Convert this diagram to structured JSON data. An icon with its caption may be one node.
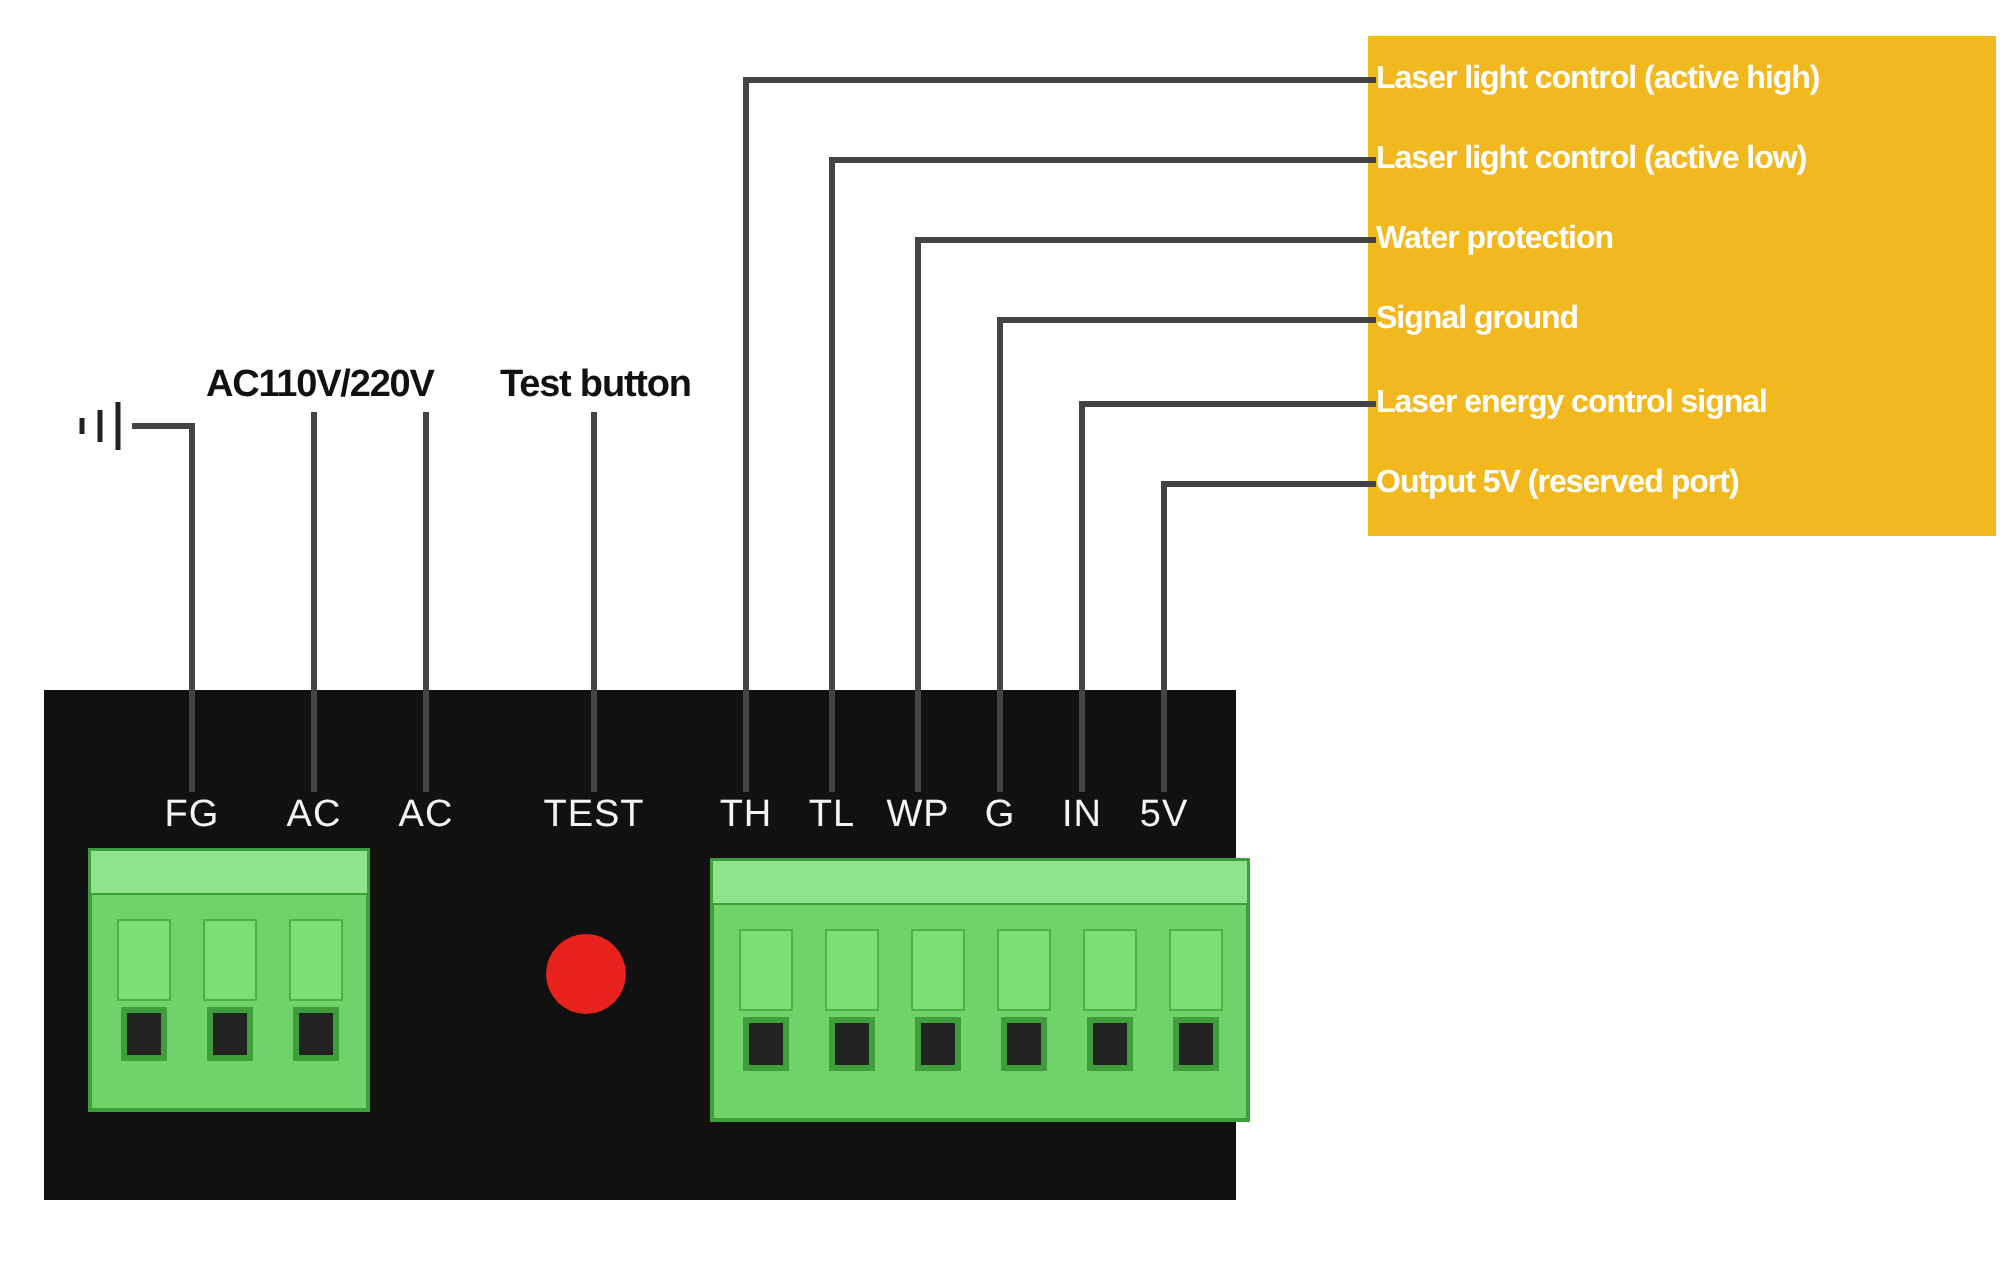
{
  "diagram": {
    "nodes": [
      {
        "text": [],
        "shape": "picture"
      },
      {
        "text": [
          "AC110V/220V"
        ]
      },
      {
        "text": [
          "Test button"
        ]
      },
      {
        "text": [
          "Laser light control (active high)"
        ]
      },
      {
        "text": [
          "Laser light control (active low)"
        ]
      },
      {
        "text": [
          "Water protection"
        ]
      },
      {
        "text": [
          "Signal ground"
        ]
      },
      {
        "text": [
          "Laser energy control signal"
        ]
      },
      {
        "text": [
          "Output 5V (reserved port)"
        ]
      },
      {
        "text": [
          "FG"
        ]
      },
      {
        "text": [
          "AC"
        ]
      },
      {
        "text": [
          "AC"
        ]
      },
      {
        "text": [
          "TEST"
        ]
      },
      {
        "text": [
          "TH"
        ]
      },
      {
        "text": [
          "TL"
        ]
      },
      {
        "text": [
          "WP"
        ]
      },
      {
        "text": [
          "G"
        ]
      },
      {
        "text": [
          "IN"
        ]
      },
      {
        "text": [
          "5V"
        ]
      }
    ],
    "edges": [
      {
        "from": 0,
        "to": 9,
        "arrow": "none"
      },
      {
        "from": 1,
        "to": 10,
        "arrow": "none"
      },
      {
        "from": 1,
        "to": 11,
        "arrow": "none"
      },
      {
        "from": 2,
        "to": 12,
        "arrow": "none"
      },
      {
        "from": 3,
        "to": 13,
        "arrow": "none"
      },
      {
        "from": 4,
        "to": 14,
        "arrow": "none"
      },
      {
        "from": 5,
        "to": 15,
        "arrow": "none"
      },
      {
        "from": 6,
        "to": 16,
        "arrow": "none"
      },
      {
        "from": 7,
        "to": 17,
        "arrow": "none"
      },
      {
        "from": 8,
        "to": 18,
        "arrow": "none"
      }
    ]
  }
}
